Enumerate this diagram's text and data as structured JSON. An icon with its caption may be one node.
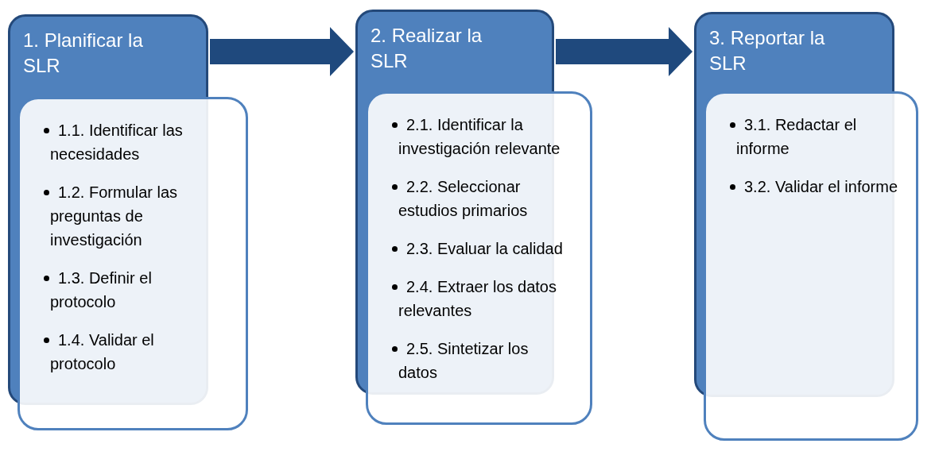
{
  "diagram": {
    "nodes": [
      {
        "text": [
          "1. Planificar la SLR"
        ]
      },
      {
        "text": [
          "1.1. Identificar las necesidades",
          "1.2. Formular las preguntas de investigación",
          "1.3. Definir el protocolo",
          "1.4. Validar el protocolo"
        ]
      },
      {
        "text": [
          "2. Realizar la SLR"
        ]
      },
      {
        "text": [
          "2.1. Identificar la investigación relevante",
          "2.2. Seleccionar estudios primarios",
          "2.3. Evaluar la calidad",
          "2.4. Extraer los datos relevantes",
          "2.5. Sintetizar los datos"
        ]
      },
      {
        "text": [
          "3. Reportar la SLR"
        ]
      },
      {
        "text": [
          "3.1. Redactar el informe",
          "3.2. Validar el informe"
        ]
      }
    ],
    "edges": [
      {
        "from": 0,
        "to": 2,
        "arrow": "to"
      },
      {
        "from": 2,
        "to": 4,
        "arrow": "to"
      }
    ]
  }
}
